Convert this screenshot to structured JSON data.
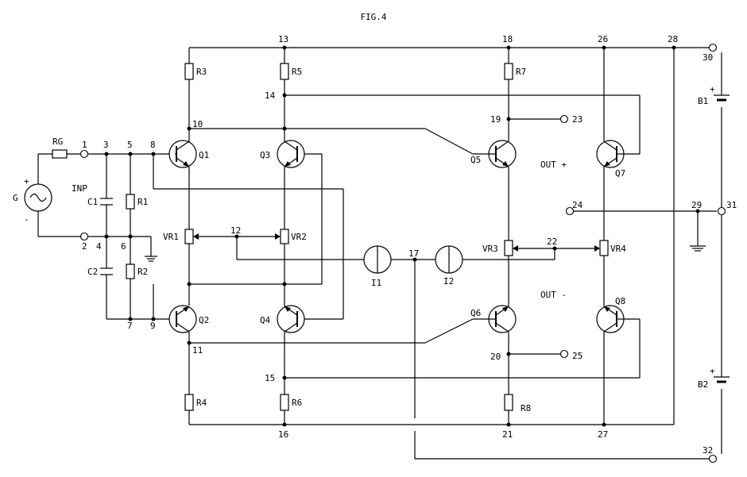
{
  "figure_title": "FIG.4",
  "labels": {
    "source": "G",
    "source_resistor": "RG",
    "input": "INP",
    "out_plus": "OUT +",
    "out_minus": "OUT -",
    "plus_sign": "+",
    "minus_sign": "-"
  },
  "resistors": [
    "R1",
    "R2",
    "R3",
    "R4",
    "R5",
    "R6",
    "R7",
    "R8"
  ],
  "capacitors": [
    "C1",
    "C2"
  ],
  "transistors": [
    "Q1",
    "Q2",
    "Q3",
    "Q4",
    "Q5",
    "Q6",
    "Q7",
    "Q8"
  ],
  "variable_resistors": [
    "VR1",
    "VR2",
    "VR3",
    "VR4"
  ],
  "current_sources": [
    "I1",
    "I2"
  ],
  "batteries": [
    "B1",
    "B2"
  ],
  "nodes": [
    "1",
    "2",
    "3",
    "4",
    "5",
    "6",
    "7",
    "8",
    "9",
    "10",
    "11",
    "12",
    "13",
    "14",
    "15",
    "16",
    "17",
    "18",
    "19",
    "20",
    "21",
    "22",
    "23",
    "24",
    "25",
    "26",
    "27",
    "28",
    "29",
    "30",
    "31",
    "32"
  ]
}
